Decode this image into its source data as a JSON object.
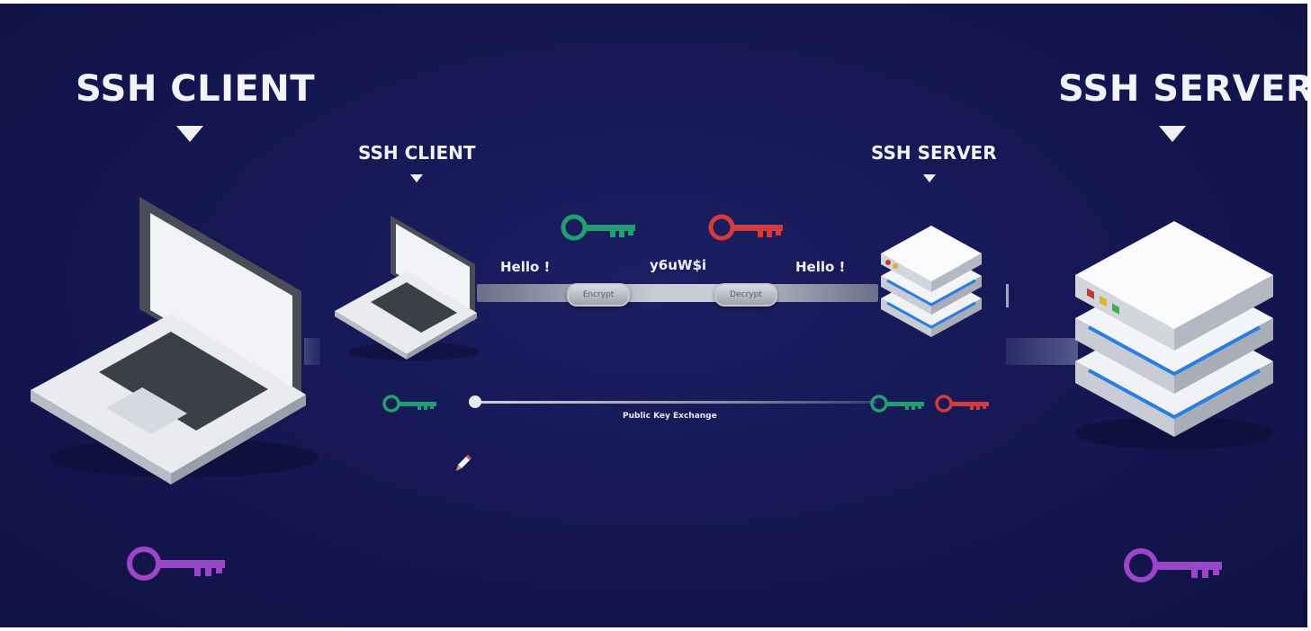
{
  "labels": {
    "client_big": "SSH CLIENT",
    "server_big": "SSH SERVER",
    "client_small": "SSH CLIENT",
    "server_small": "SSH SERVER"
  },
  "channel": {
    "plaintext_left": "Hello !",
    "ciphertext": "y6uW$i",
    "plaintext_right": "Hello !",
    "encrypt_label": "Encrypt",
    "decrypt_label": "Decrypt"
  },
  "exchange": {
    "label": "Public Key Exchange"
  },
  "colors": {
    "background": "#141751",
    "public_key": "#1fa06e",
    "private_key": "#d63a3a",
    "shared_key": "#9b45c9",
    "server_stripe": "#1e63c9"
  },
  "icons": [
    "laptop-icon",
    "server-stack-icon",
    "key-icon",
    "pencil-cursor-icon"
  ]
}
